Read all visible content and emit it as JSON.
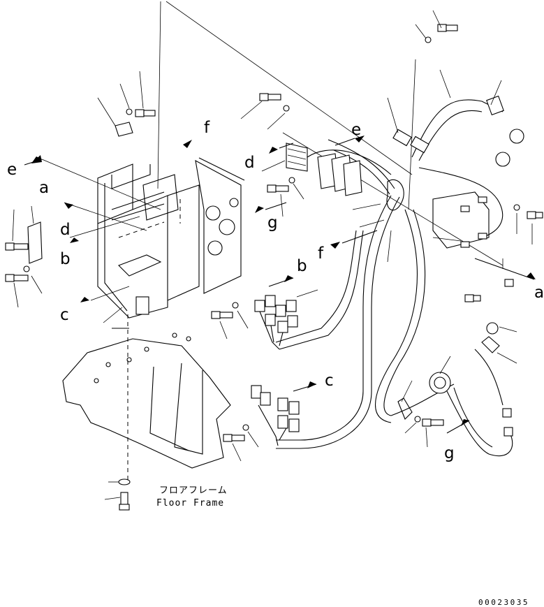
{
  "labels": {
    "a": "a",
    "b": "b",
    "c": "c",
    "d": "d",
    "e": "e",
    "f": "f",
    "g": "g"
  },
  "caption_jp": "フロアフレーム",
  "caption_en": "Floor Frame",
  "drawing_code": "00023035"
}
